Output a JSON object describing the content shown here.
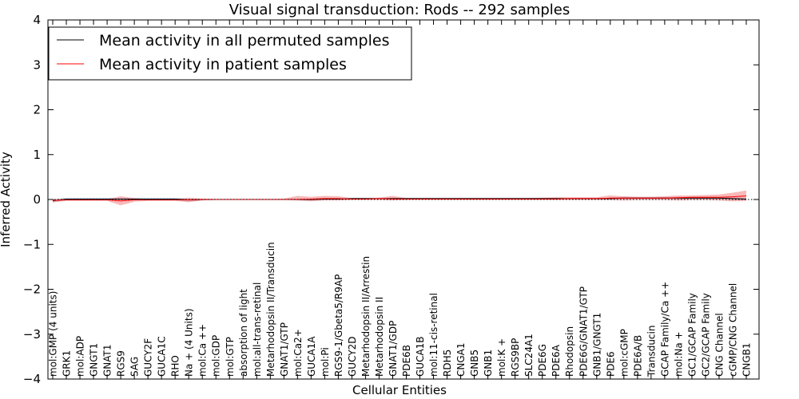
{
  "chart_data": {
    "type": "line",
    "title": "Visual signal transduction: Rods -- 292 samples",
    "xlabel": "Cellular Entities",
    "ylabel": "Inferred Activity",
    "ylim": [
      -4,
      4
    ],
    "yticks": [
      -4,
      -3,
      -2,
      -1,
      0,
      1,
      2,
      3,
      4
    ],
    "ytick_labels": [
      "−4",
      "−3",
      "−2",
      "−1",
      "0",
      "1",
      "2",
      "3",
      "4"
    ],
    "grid": false,
    "legend_position": "top-left",
    "categories": [
      "mol:GMP (4 units)",
      "GRK1",
      "mol:ADP",
      "GNGT1",
      "GNAT1",
      "RGS9",
      "SAG",
      "GUCY2F",
      "GUCA1C",
      "RHO",
      "Na + (4 Units)",
      "mol:Ca ++",
      "mol:GDP",
      "mol:GTP",
      "absorption of light",
      "mol:all-trans-retinal",
      "Metarhodopsin II/Transducin",
      "GNAT1/GTP",
      "mol:Ca2+",
      "GUCA1A",
      "mol:Pi",
      "RGS9-1/Gbeta5/R9AP",
      "GUCY2D",
      "Metarhodopsin II/Arrestin",
      "Metarhodopsin II",
      "GNAT1/GDP",
      "PDE6B",
      "GUCA1B",
      "mol:11-cis-retinal",
      "RDH5",
      "CNGA1",
      "GNB5",
      "GNB1",
      "mol:K +",
      "RGS9BP",
      "SLC24A1",
      "PDE6G",
      "PDE6A",
      "Rhodopsin",
      "PDE6G/GNAT1/GTP",
      "GNB1/GNGT1",
      "PDE6",
      "mol:cGMP",
      "PDE6A/B",
      "Transducin",
      "GCAP Family/Ca ++",
      "mol:Na +",
      "GC1/GCAP Family",
      "GC2/GCAP Family",
      "CNG Channel",
      "cGMP/CNG Channel",
      "CNGB1"
    ],
    "series": [
      {
        "name": "Mean activity in all permuted samples",
        "color": "#000000",
        "values": [
          -0.03,
          0.01,
          0.01,
          0.01,
          0.01,
          0.01,
          0.01,
          0.01,
          0.01,
          0.01,
          -0.01,
          0.0,
          0.0,
          0.0,
          0.0,
          0.0,
          0.0,
          0.0,
          0.0,
          0.0,
          0.01,
          0.01,
          0.02,
          0.02,
          0.02,
          0.02,
          0.02,
          0.02,
          0.02,
          0.02,
          0.02,
          0.02,
          0.02,
          0.02,
          0.02,
          0.02,
          0.02,
          0.02,
          0.02,
          0.02,
          0.02,
          0.02,
          0.03,
          0.03,
          0.03,
          0.03,
          0.03,
          0.03,
          0.03,
          0.03,
          0.02,
          0.01
        ],
        "band_lower": [
          -0.07,
          -0.01,
          -0.01,
          -0.01,
          -0.01,
          -0.01,
          -0.01,
          -0.01,
          -0.01,
          -0.01,
          -0.05,
          -0.02,
          -0.01,
          -0.01,
          -0.01,
          -0.01,
          -0.01,
          -0.01,
          -0.02,
          -0.02,
          -0.01,
          -0.01,
          0.0,
          0.0,
          0.0,
          0.0,
          0.0,
          0.0,
          0.0,
          0.0,
          0.0,
          0.0,
          0.0,
          0.0,
          0.0,
          0.0,
          0.0,
          0.0,
          0.0,
          0.0,
          0.0,
          0.0,
          0.0,
          0.0,
          0.0,
          0.0,
          0.0,
          0.0,
          0.0,
          0.0,
          -0.01,
          -0.02
        ],
        "band_upper": [
          0.01,
          0.04,
          0.04,
          0.04,
          0.04,
          0.04,
          0.04,
          0.04,
          0.04,
          0.04,
          0.02,
          0.02,
          0.02,
          0.02,
          0.02,
          0.02,
          0.02,
          0.02,
          0.02,
          0.02,
          0.03,
          0.03,
          0.04,
          0.04,
          0.04,
          0.04,
          0.04,
          0.04,
          0.04,
          0.04,
          0.04,
          0.04,
          0.04,
          0.04,
          0.04,
          0.04,
          0.04,
          0.04,
          0.04,
          0.04,
          0.04,
          0.04,
          0.06,
          0.06,
          0.06,
          0.06,
          0.06,
          0.06,
          0.06,
          0.06,
          0.05,
          0.04
        ]
      },
      {
        "name": "Mean activity in patient samples",
        "color": "#ff0000",
        "values": [
          -0.02,
          -0.01,
          -0.01,
          -0.01,
          -0.01,
          -0.03,
          -0.01,
          -0.01,
          -0.01,
          -0.01,
          -0.01,
          0.0,
          0.0,
          0.0,
          0.0,
          0.0,
          0.0,
          0.0,
          0.0,
          0.01,
          0.02,
          0.02,
          0.01,
          0.01,
          0.02,
          0.01,
          0.01,
          0.01,
          0.01,
          0.01,
          0.01,
          0.01,
          0.01,
          0.01,
          0.01,
          0.01,
          0.01,
          0.01,
          0.02,
          0.02,
          0.02,
          0.03,
          0.03,
          0.03,
          0.03,
          0.03,
          0.04,
          0.05,
          0.05,
          0.05,
          0.06,
          0.08
        ],
        "band_lower": [
          -0.06,
          -0.03,
          -0.03,
          -0.03,
          -0.03,
          -0.13,
          -0.05,
          -0.03,
          -0.03,
          -0.03,
          -0.06,
          -0.02,
          -0.01,
          -0.01,
          -0.01,
          -0.01,
          -0.01,
          -0.01,
          -0.02,
          -0.04,
          -0.02,
          -0.02,
          -0.01,
          -0.01,
          -0.01,
          -0.02,
          -0.01,
          -0.01,
          -0.01,
          -0.01,
          -0.01,
          -0.01,
          -0.01,
          -0.01,
          -0.01,
          -0.01,
          -0.01,
          -0.01,
          -0.01,
          -0.01,
          -0.01,
          -0.01,
          -0.02,
          -0.01,
          -0.01,
          -0.01,
          -0.02,
          -0.01,
          -0.01,
          -0.02,
          -0.04,
          -0.03
        ],
        "band_upper": [
          0.01,
          0.01,
          0.01,
          0.01,
          0.01,
          0.07,
          0.03,
          0.01,
          0.01,
          0.01,
          0.04,
          0.02,
          0.01,
          0.01,
          0.01,
          0.01,
          0.01,
          0.02,
          0.08,
          0.06,
          0.08,
          0.07,
          0.03,
          0.03,
          0.04,
          0.08,
          0.03,
          0.03,
          0.03,
          0.03,
          0.03,
          0.03,
          0.03,
          0.03,
          0.03,
          0.03,
          0.04,
          0.05,
          0.05,
          0.05,
          0.05,
          0.09,
          0.07,
          0.06,
          0.06,
          0.07,
          0.09,
          0.09,
          0.1,
          0.11,
          0.15,
          0.2
        ]
      }
    ]
  }
}
